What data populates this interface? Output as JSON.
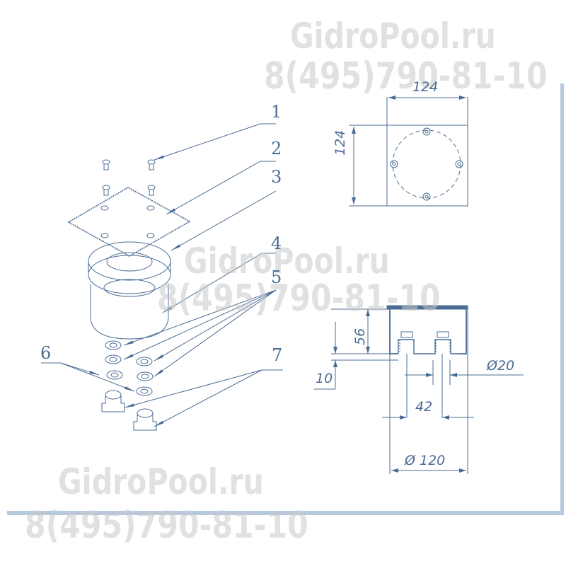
{
  "watermarks": {
    "site": "GidroPool.ru",
    "phone": "8(495)790-81-10"
  },
  "callouts": [
    "1",
    "2",
    "3",
    "4",
    "5",
    "6",
    "7"
  ],
  "dimensions": {
    "top_view_width": "124",
    "top_view_height": "124",
    "side_height": "56",
    "side_offset": "10",
    "pipe_diameter": "Ø20",
    "pipe_spacing": "42",
    "body_diameter": "Ø 120"
  },
  "colors": {
    "line": "#4a6c95",
    "frame": "#b6c9dd",
    "watermark": "#c8c8c8"
  }
}
